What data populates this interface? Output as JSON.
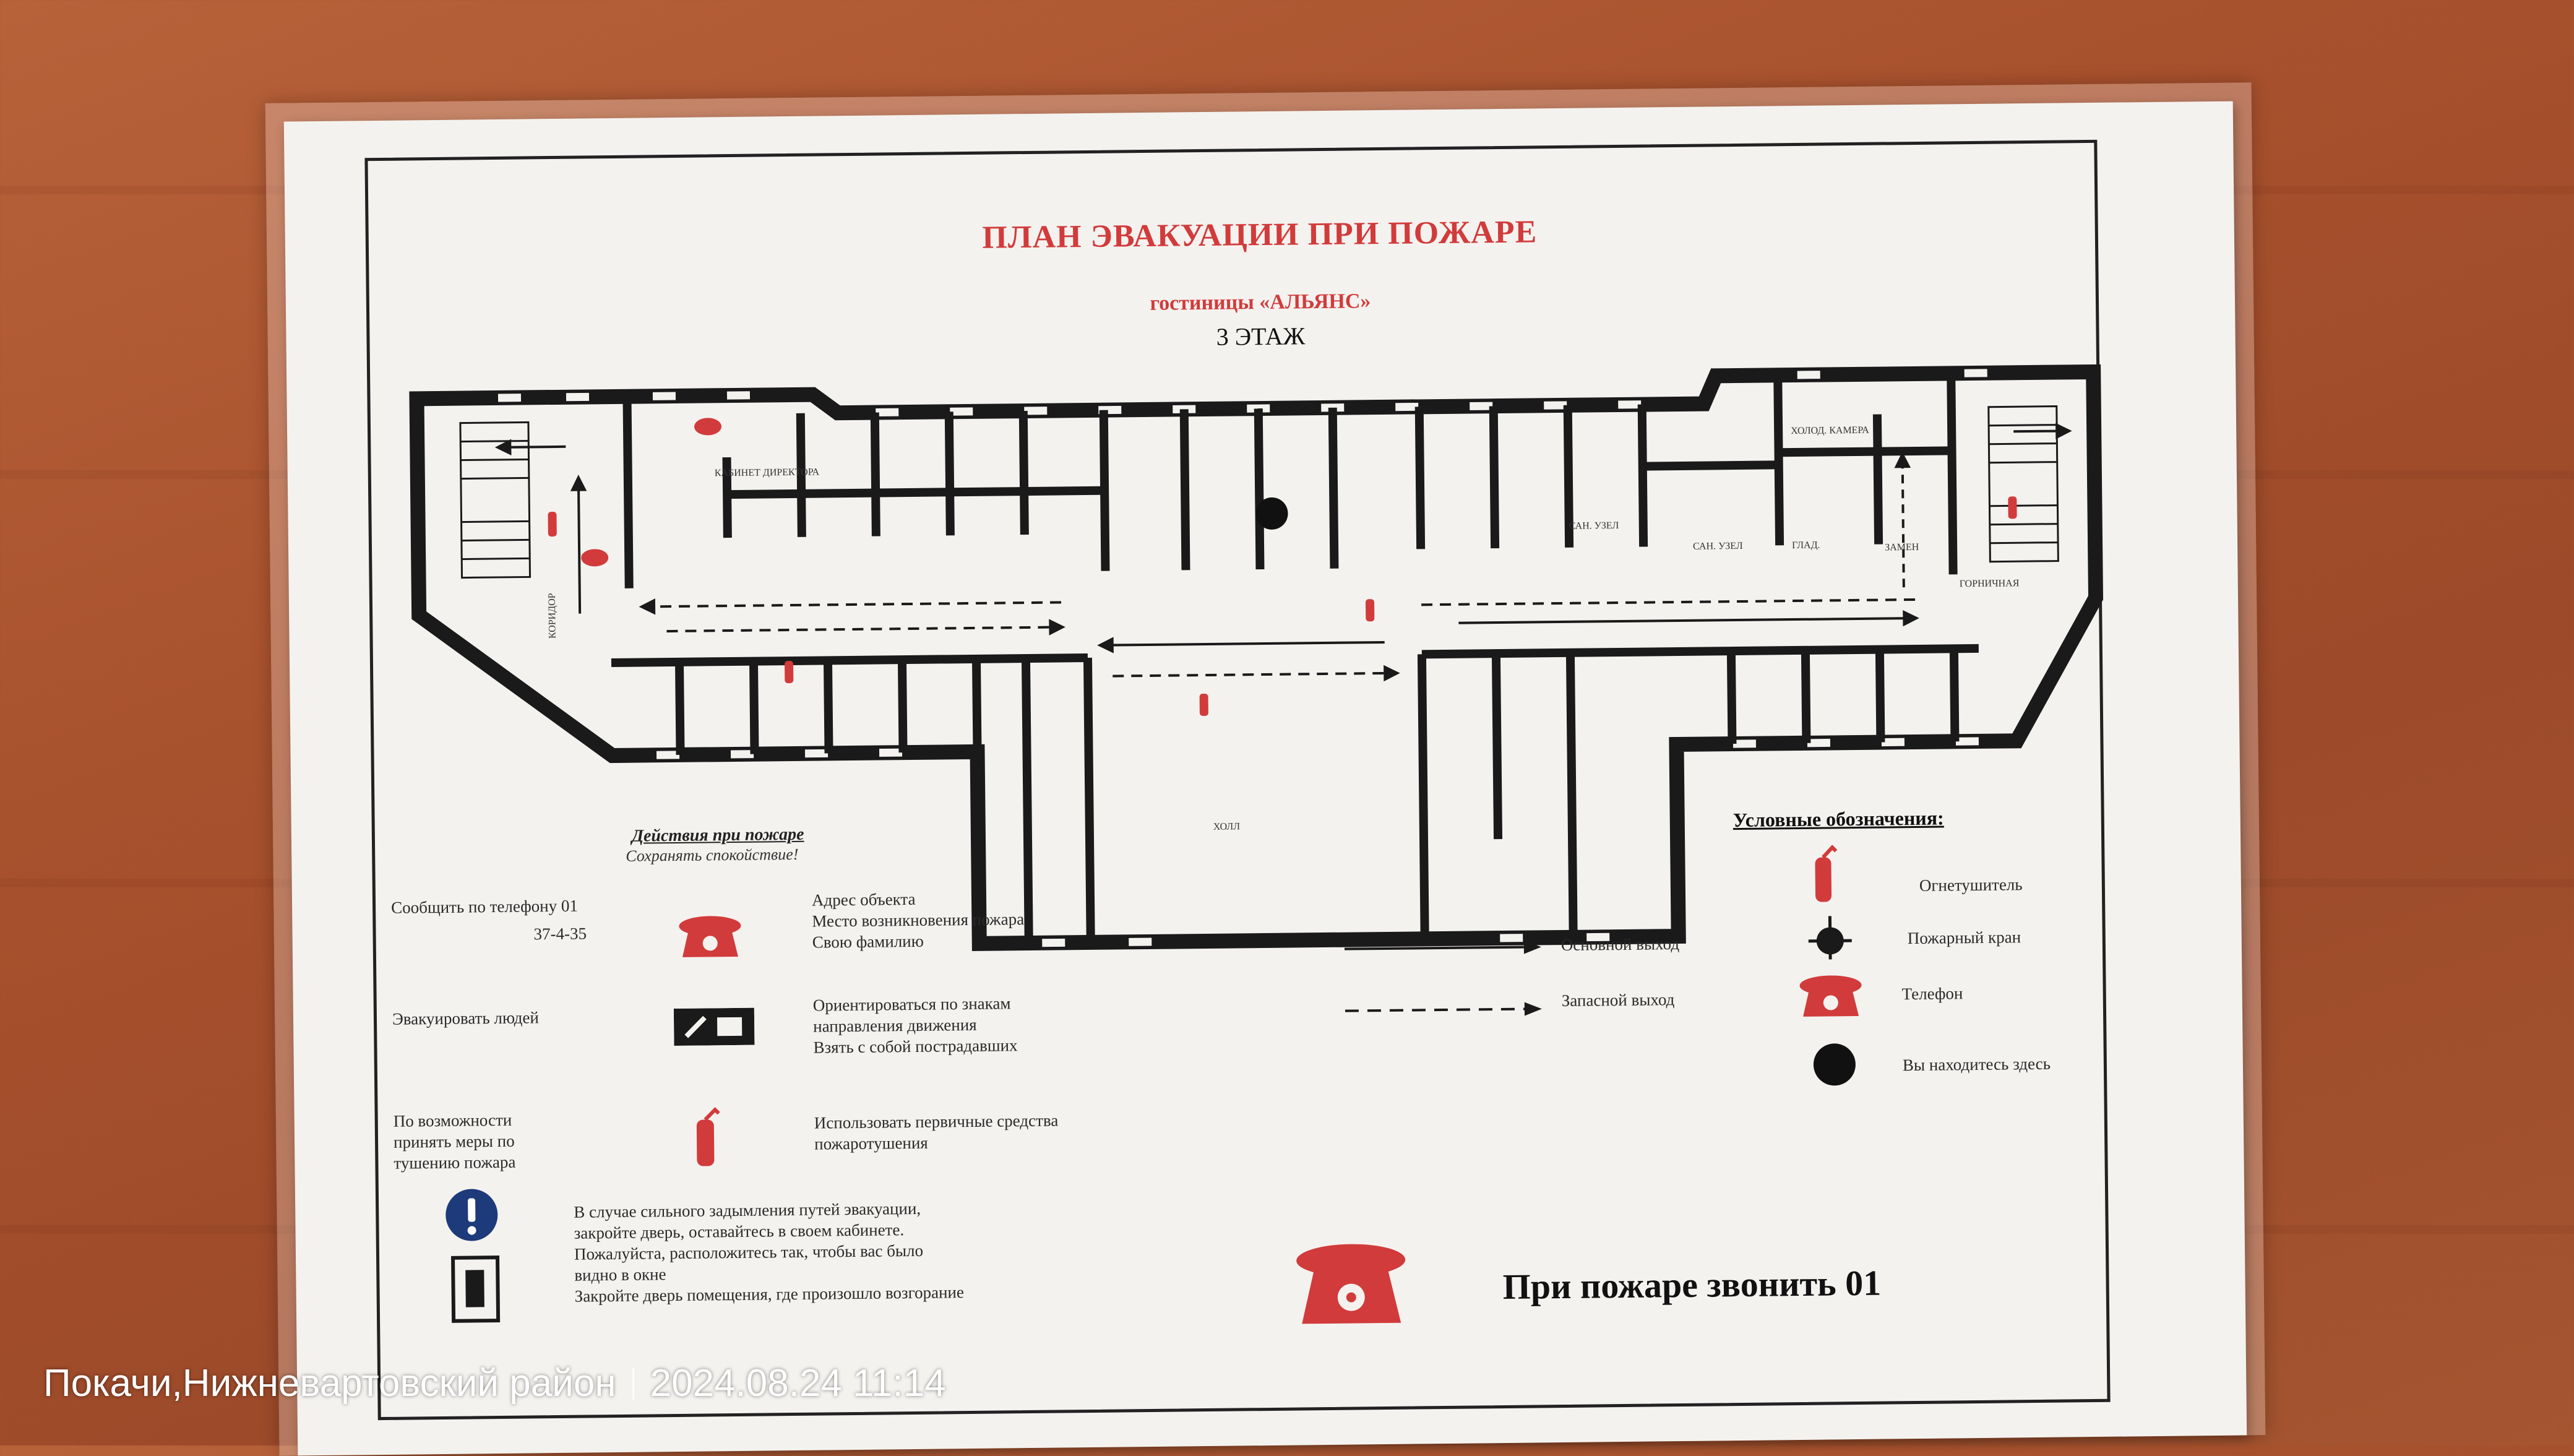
{
  "plan": {
    "title": "ПЛАН ЭВАКУАЦИИ ПРИ ПОЖАРЕ",
    "subtitle": "гостиницы «АЛЬЯНС»",
    "floor": "3 ЭТАЖ",
    "room_labels": {
      "hall": "ХОЛЛ",
      "san_uzel_1": "САН. УЗЕЛ",
      "san_uzel_2": "САН. УЗЕЛ",
      "gladilnaya": "ГЛАД.",
      "zamok": "ЗАМЕН",
      "holod": "ХОЛОД. КАМЕРА",
      "gornichnaya": "ГОРНИЧНАЯ",
      "kabinet": "КАБИНЕТ ДИРЕКТОРА",
      "koridor": "КОРИДОР"
    }
  },
  "actions": {
    "title": "Действия при пожаре",
    "subtitle": "Сохранять спокойствие!",
    "items": [
      {
        "label": "Сообщить по телефону 01",
        "extra": "37-4-35",
        "details": [
          "Адрес объекта",
          "Место возникновения пожара",
          "Свою фамилию"
        ]
      },
      {
        "label": "Эвакуировать людей",
        "details": [
          "Ориентироваться по знакам",
          "направления движения",
          "Взять с собой пострадавших"
        ]
      },
      {
        "label_lines": [
          "По возможности",
          "принять меры по",
          "тушению пожара"
        ],
        "details": [
          "Использовать первичные средства",
          "пожаротушения"
        ]
      }
    ],
    "note_lines": [
      "В случае сильного задымления путей эвакуации,",
      "закройте дверь, оставайтесь в своем кабинете.",
      "Пожалуйста, расположитесь так, чтобы вас было",
      "видно в окне",
      "Закройте дверь помещения, где произошло возгорание"
    ]
  },
  "legend": {
    "title": "Условные обозначения:",
    "items": [
      {
        "icon": "extinguisher-icon",
        "label": "Огнетушитель"
      },
      {
        "icon": "hydrant-icon",
        "label": "Пожарный кран"
      },
      {
        "icon": "phone-icon",
        "label": "Телефон"
      },
      {
        "icon": "you-are-here-icon",
        "label": "Вы находитесь здесь"
      }
    ],
    "exits": [
      {
        "style": "solid",
        "label": "Основной выход"
      },
      {
        "style": "dashed",
        "label": "Запасной выход"
      }
    ]
  },
  "call_text": "При пожаре звонить 01",
  "photo_caption": {
    "location": "Покачи,Нижневартовский район",
    "datetime": "2024.08.24 11:14"
  },
  "colors": {
    "accent_red": "#d23b3b",
    "ink": "#1a1a1a",
    "paper": "#f4f2ef"
  }
}
